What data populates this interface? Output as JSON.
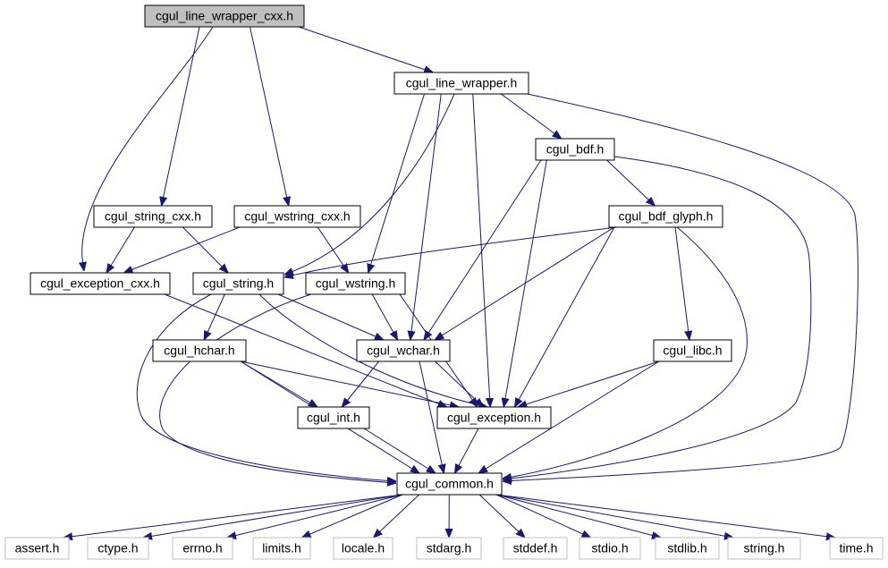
{
  "diagram": {
    "nodes": {
      "root": "cgul_line_wrapper_cxx.h",
      "line_wrapper": "cgul_line_wrapper.h",
      "bdf": "cgul_bdf.h",
      "string_cxx": "cgul_string_cxx.h",
      "wstring_cxx": "cgul_wstring_cxx.h",
      "bdf_glyph": "cgul_bdf_glyph.h",
      "exception_cxx": "cgul_exception_cxx.h",
      "string": "cgul_string.h",
      "wstring": "cgul_wstring.h",
      "hchar": "cgul_hchar.h",
      "wchar": "cgul_wchar.h",
      "libc": "cgul_libc.h",
      "int": "cgul_int.h",
      "exception": "cgul_exception.h",
      "common": "cgul_common.h",
      "assert": "assert.h",
      "ctype": "ctype.h",
      "errno": "errno.h",
      "limits": "limits.h",
      "locale": "locale.h",
      "stdarg": "stdarg.h",
      "stddef": "stddef.h",
      "stdio": "stdio.h",
      "stdlib": "stdlib.h",
      "string_h": "string.h",
      "time": "time.h"
    },
    "edges": [
      [
        "root",
        "line_wrapper"
      ],
      [
        "root",
        "string_cxx"
      ],
      [
        "root",
        "wstring_cxx"
      ],
      [
        "root",
        "exception_cxx"
      ],
      [
        "line_wrapper",
        "bdf"
      ],
      [
        "line_wrapper",
        "string"
      ],
      [
        "line_wrapper",
        "wstring"
      ],
      [
        "line_wrapper",
        "wchar"
      ],
      [
        "line_wrapper",
        "exception"
      ],
      [
        "line_wrapper",
        "common"
      ],
      [
        "bdf",
        "bdf_glyph"
      ],
      [
        "bdf",
        "wchar"
      ],
      [
        "bdf",
        "exception"
      ],
      [
        "bdf",
        "common"
      ],
      [
        "string_cxx",
        "exception_cxx"
      ],
      [
        "string_cxx",
        "string"
      ],
      [
        "wstring_cxx",
        "exception_cxx"
      ],
      [
        "wstring_cxx",
        "wstring"
      ],
      [
        "bdf_glyph",
        "string"
      ],
      [
        "bdf_glyph",
        "wchar"
      ],
      [
        "bdf_glyph",
        "libc"
      ],
      [
        "bdf_glyph",
        "exception"
      ],
      [
        "bdf_glyph",
        "common"
      ],
      [
        "exception_cxx",
        "exception"
      ],
      [
        "string",
        "hchar"
      ],
      [
        "string",
        "wchar"
      ],
      [
        "string",
        "exception"
      ],
      [
        "string",
        "common"
      ],
      [
        "wstring",
        "wchar"
      ],
      [
        "wstring",
        "exception"
      ],
      [
        "wstring",
        "common"
      ],
      [
        "hchar",
        "int"
      ],
      [
        "hchar",
        "exception"
      ],
      [
        "hchar",
        "common"
      ],
      [
        "wchar",
        "int"
      ],
      [
        "wchar",
        "exception"
      ],
      [
        "wchar",
        "common"
      ],
      [
        "libc",
        "exception"
      ],
      [
        "libc",
        "common"
      ],
      [
        "int",
        "common"
      ],
      [
        "exception",
        "common"
      ],
      [
        "common",
        "assert"
      ],
      [
        "common",
        "ctype"
      ],
      [
        "common",
        "errno"
      ],
      [
        "common",
        "limits"
      ],
      [
        "common",
        "locale"
      ],
      [
        "common",
        "stdarg"
      ],
      [
        "common",
        "stddef"
      ],
      [
        "common",
        "stdio"
      ],
      [
        "common",
        "stdlib"
      ],
      [
        "common",
        "string_h"
      ],
      [
        "common",
        "time"
      ]
    ]
  },
  "colors": {
    "edge": "#191970",
    "root_fill": "#bfbfbf",
    "node_fill": "#ffffff",
    "system_border": "#bfbfbf"
  }
}
